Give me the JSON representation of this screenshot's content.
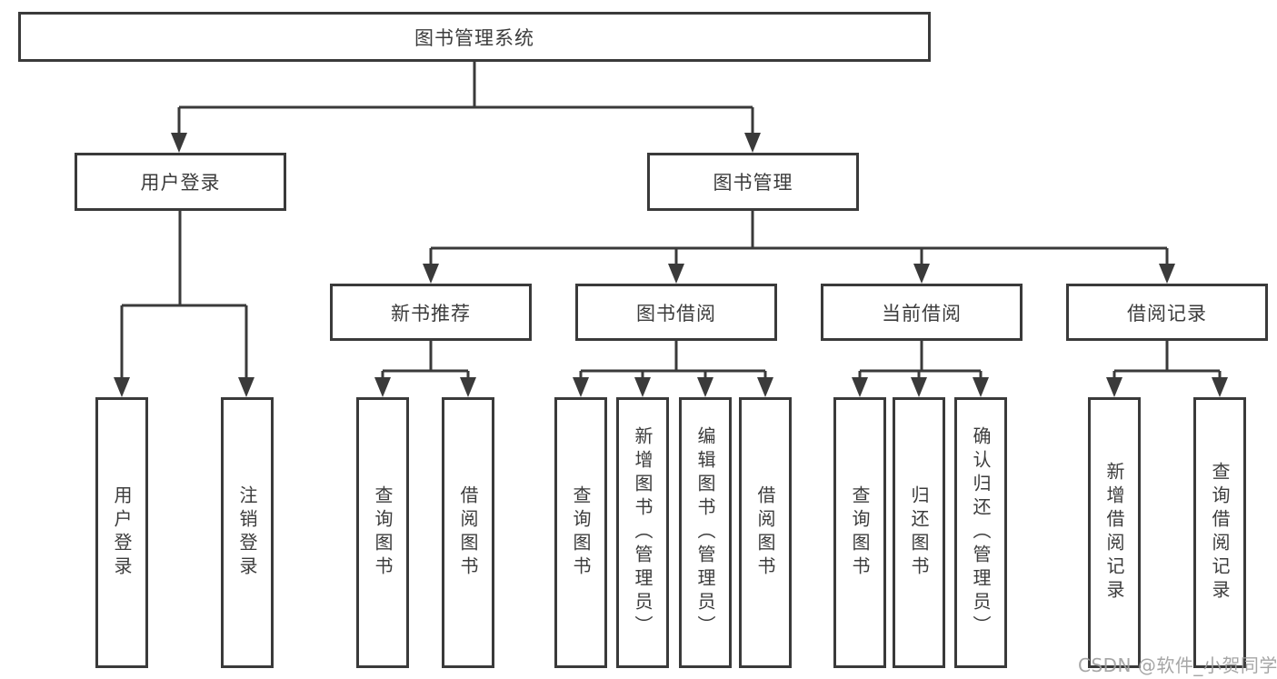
{
  "diagram": {
    "root": {
      "label": "图书管理系统"
    },
    "level2": [
      {
        "label": "用户登录"
      },
      {
        "label": "图书管理"
      }
    ],
    "level3": [
      {
        "label": "新书推荐",
        "parent": "图书管理"
      },
      {
        "label": "图书借阅",
        "parent": "图书管理"
      },
      {
        "label": "当前借阅",
        "parent": "图书管理"
      },
      {
        "label": "借阅记录",
        "parent": "图书管理"
      }
    ],
    "leaves": [
      {
        "label": "用户登录",
        "parent": "用户登录"
      },
      {
        "label": "注销登录",
        "parent": "用户登录"
      },
      {
        "label": "查询图书",
        "parent": "新书推荐"
      },
      {
        "label": "借阅图书",
        "parent": "新书推荐"
      },
      {
        "label": "查询图书",
        "parent": "图书借阅"
      },
      {
        "label": "新增图书（管理员）",
        "parent": "图书借阅"
      },
      {
        "label": "编辑图书（管理员）",
        "parent": "图书借阅"
      },
      {
        "label": "借阅图书",
        "parent": "图书借阅"
      },
      {
        "label": "查询图书",
        "parent": "当前借阅"
      },
      {
        "label": "归还图书",
        "parent": "当前借阅"
      },
      {
        "label": "确认归还（管理员）",
        "parent": "当前借阅"
      },
      {
        "label": "新增借阅记录",
        "parent": "借阅记录"
      },
      {
        "label": "查询借阅记录",
        "parent": "借阅记录"
      }
    ]
  },
  "watermark": {
    "text": "CSDN @软件_小贺同学"
  },
  "colors": {
    "line": "#3a3a3a",
    "text": "#3c3c3c",
    "background": "#ffffff",
    "watermark": "#9e9e9e"
  }
}
